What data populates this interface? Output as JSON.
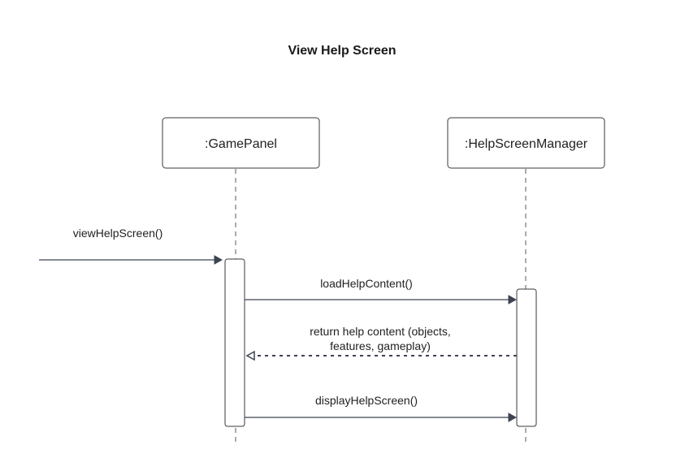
{
  "diagram": {
    "title": "View Help Screen",
    "participants": [
      {
        "id": "gamepanel",
        "label": ":GamePanel"
      },
      {
        "id": "helpmanager",
        "label": ":HelpScreenManager"
      }
    ],
    "messages": [
      {
        "id": "m1",
        "from": "external",
        "to": "gamepanel",
        "style": "solid",
        "lines": [
          "viewHelpScreen()"
        ]
      },
      {
        "id": "m2",
        "from": "gamepanel",
        "to": "helpmanager",
        "style": "solid",
        "lines": [
          "loadHelpContent()"
        ]
      },
      {
        "id": "m3",
        "from": "helpmanager",
        "to": "gamepanel",
        "style": "dashed-return",
        "lines": [
          "return help content (objects,",
          "features, gameplay)"
        ]
      },
      {
        "id": "m4",
        "from": "gamepanel",
        "to": "helpmanager",
        "style": "solid",
        "lines": [
          "displayHelpScreen()"
        ]
      }
    ]
  },
  "colors": {
    "line": "#3d4450",
    "border": "#3a3a3a",
    "text": "#1f1f1f"
  }
}
